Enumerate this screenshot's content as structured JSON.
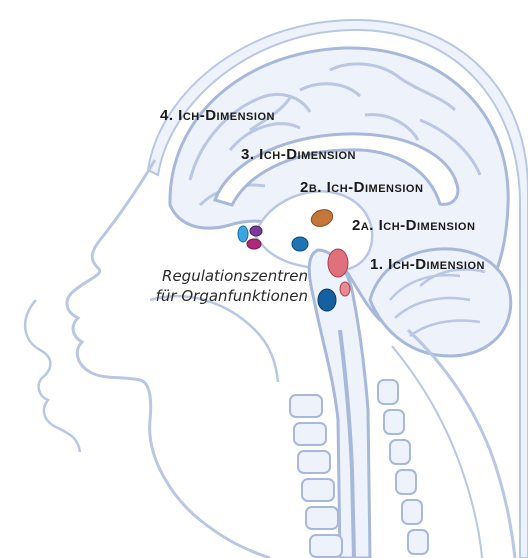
{
  "labels": {
    "dim4": "4. Ich-Dimension",
    "dim3": "3. Ich-Dimension",
    "dim2b": "2b. Ich-Dimension",
    "dim2a": "2a. Ich-Dimension",
    "dim1": "1. Ich-Dimension"
  },
  "caption": {
    "line1": "Regulationszentren",
    "line2": "für Organfunktionen"
  },
  "colors": {
    "outline": "#b9c7e3",
    "outline_dark": "#a7b8da",
    "fill_light": "#eef2fa",
    "structure_cyan": "#3aa6e0",
    "structure_purple": "#7a3a9c",
    "structure_magenta": "#b0287a",
    "structure_blue": "#1f74b3",
    "structure_orange": "#c5763a",
    "structure_pink": "#e0707c",
    "structure_pink_small": "#e88a90",
    "structure_navy": "#15609e"
  },
  "icons": {
    "head_outline": "head-profile-illustration",
    "brain": "brain-sagittal-section",
    "spine": "spinal-column"
  }
}
